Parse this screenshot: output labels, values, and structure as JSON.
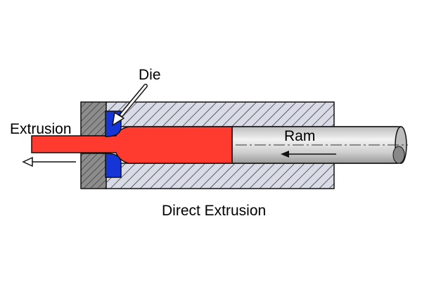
{
  "labels": {
    "die": "Die",
    "extrusion": "Extrusion",
    "ram": "Ram",
    "caption": "Direct Extrusion"
  },
  "colors": {
    "background": "#ffffff",
    "container_fill": "#d9dbe6",
    "hatch_line": "#2a2a2a",
    "die_plate": "#8c8c8c",
    "die": "#1535d6",
    "billet": "#ff3b30",
    "ram_body": "#d5d5d5",
    "outline": "#111111"
  },
  "icons": {
    "extrusion_direction": "arrow-left-icon",
    "ram_direction": "arrow-left-icon",
    "die_pointer": "pointer-arrow-icon"
  }
}
